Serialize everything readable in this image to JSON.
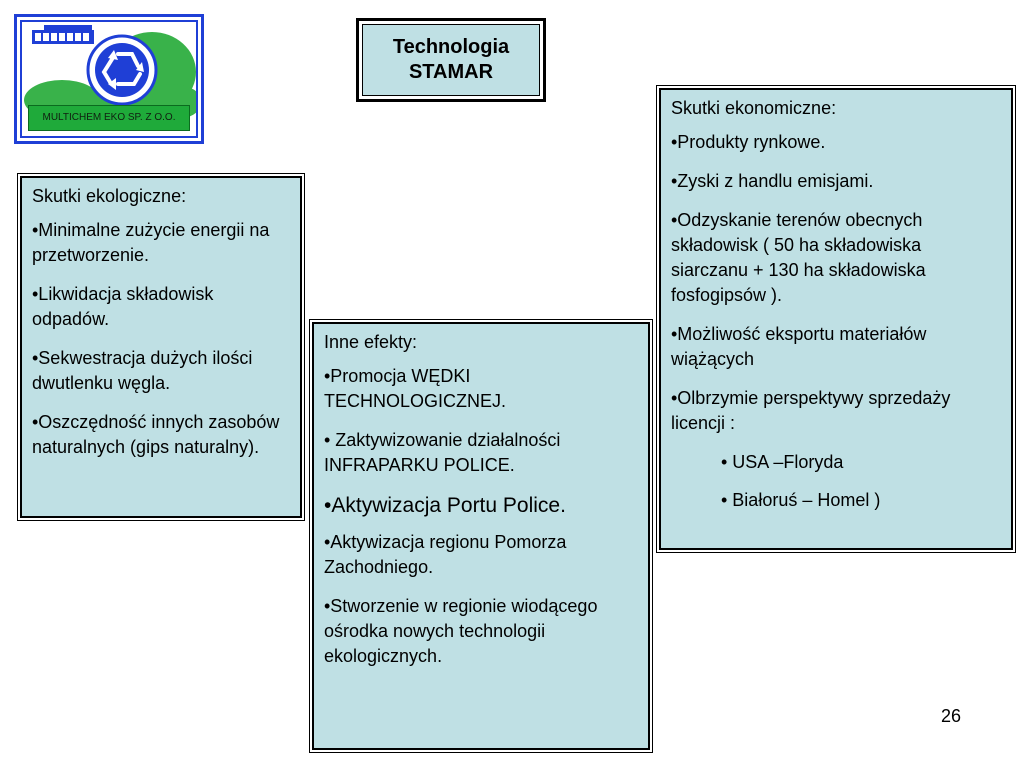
{
  "title": {
    "line1": "Technologia",
    "line2": "STAMAR"
  },
  "logo": {
    "company": "MULTICHEM EKO SP. Z O.O."
  },
  "ecological": {
    "heading": "Skutki ekologiczne:",
    "items": [
      "•Minimalne zużycie energii na przetworzenie.",
      "•Likwidacja składowisk odpadów.",
      "•Sekwestracja dużych ilości dwutlenku węgla.",
      "•Oszczędność innych zasobów naturalnych (gips naturalny)."
    ]
  },
  "other": {
    "heading": "Inne efekty:",
    "items": [
      "•Promocja WĘDKI TECHNOLOGICZNEJ.",
      "• Zaktywizowanie działalności INFRAPARKU POLICE.",
      "•Aktywizacja Portu Police.",
      "•Aktywizacja regionu Pomorza Zachodniego.",
      "•Stworzenie w regionie wiodącego ośrodka nowych technologii ekologicznych."
    ]
  },
  "economic": {
    "heading": "Skutki  ekonomiczne:",
    "items": [
      "•Produkty rynkowe.",
      "•Zyski z handlu emisjami.",
      "•Odzyskanie terenów obecnych składowisk ( 50 ha składowiska siarczanu + 130 ha składowiska fosfogipsów ).",
      "•Możliwość eksportu materiałów wiążących",
      "•Olbrzymie perspektywy sprzedaży licencji :"
    ],
    "sub_items": [
      "• USA –Floryda",
      "• Białoruś – Homel )"
    ]
  },
  "page_number": "26",
  "colors": {
    "box_fill": "#bfe0e4",
    "logo_border": "#1f3fd6",
    "logo_green": "#1faa3a"
  }
}
